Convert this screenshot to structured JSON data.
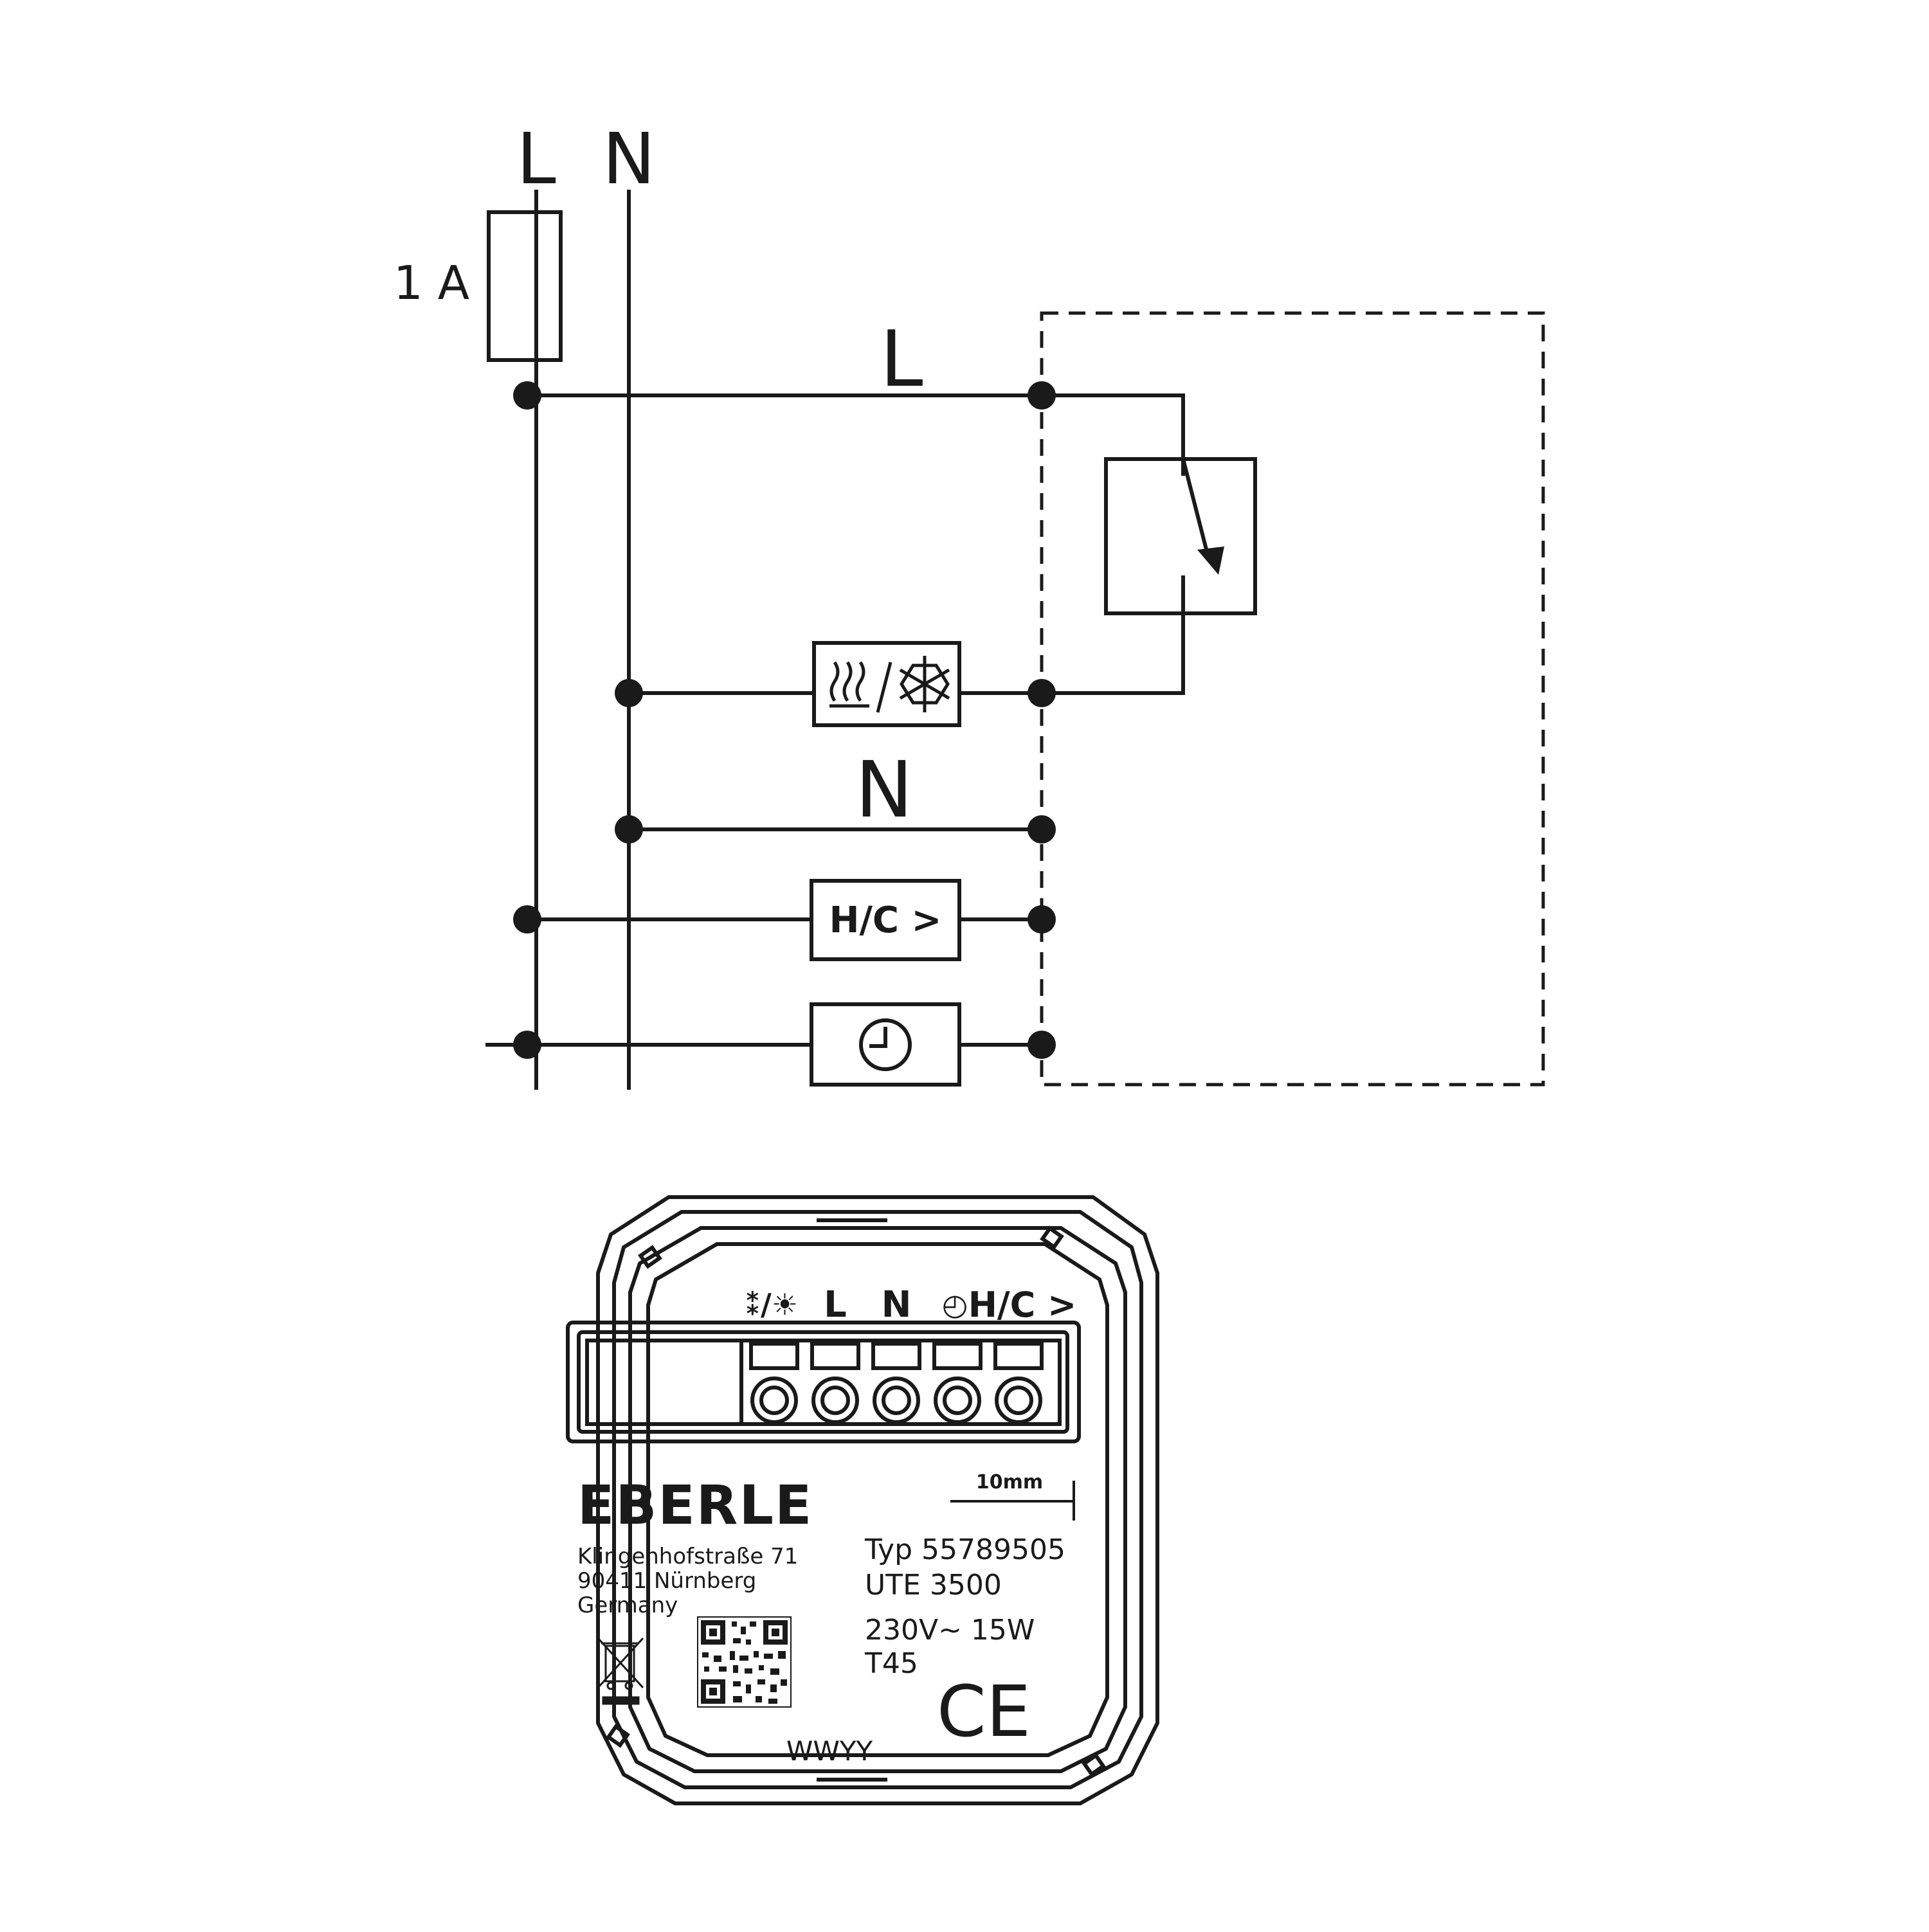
{
  "schematic": {
    "supply_labels": {
      "line": "L",
      "neutral": "N"
    },
    "fuse_rating": "1 A",
    "bus_labels": {
      "line": "L",
      "neutral": "N"
    },
    "relay_box_label": "H/C >"
  },
  "device": {
    "terminal_labels": {
      "heat_cool": "⁑/☀",
      "line": "L",
      "neutral": "N",
      "clock": "◴",
      "hc": "H/C >"
    },
    "brand": "EBERLE",
    "address": [
      "Klingenhofstraße 71",
      "90411 Nürnberg",
      "Germany"
    ],
    "type_line": "Typ 55789505",
    "model": "UTE 3500",
    "rating": "230V~ 15W",
    "temp_class": "T45",
    "scale_label": "10mm",
    "date_code": "WWYY",
    "ce_mark": "CE",
    "icons": [
      "weee-bin-icon",
      "qr-code-icon",
      "ce-mark-icon"
    ]
  }
}
